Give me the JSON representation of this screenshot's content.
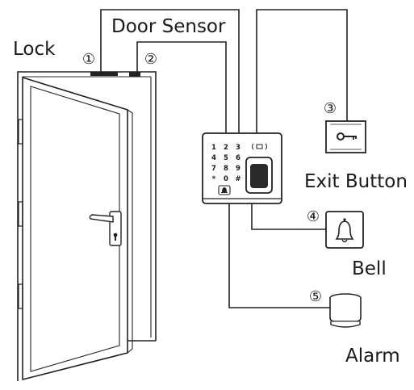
{
  "labels": {
    "lock": "Lock",
    "door_sensor": "Door Sensor",
    "exit_button": "Exit Button",
    "bell": "Bell",
    "alarm": "Alarm"
  },
  "markers": {
    "m1": "①",
    "m2": "②",
    "m3": "③",
    "m4": "④",
    "m5": "⑤"
  },
  "keypad": {
    "keys": [
      "1",
      "2",
      "3",
      "4",
      "5",
      "6",
      "7",
      "8",
      "9",
      "*",
      "0",
      "#"
    ]
  },
  "colors": {
    "line": "#222222",
    "background": "#ffffff"
  },
  "icons": {
    "door": "door-icon",
    "handle": "door-handle-icon",
    "reader": "access-control-reader-icon",
    "exit_button": "exit-button-icon",
    "bell": "bell-icon",
    "alarm": "alarm-siren-icon"
  }
}
